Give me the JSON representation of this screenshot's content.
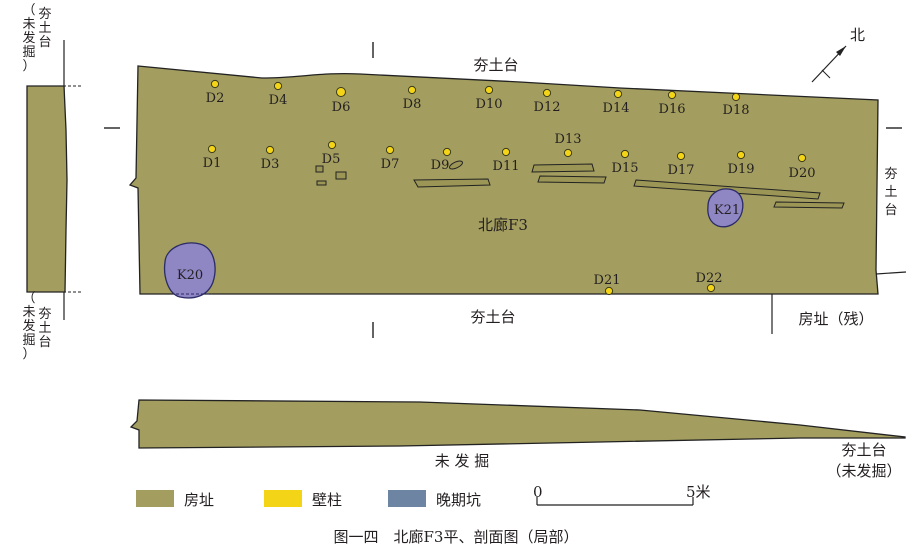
{
  "north_label": "北",
  "rammed_earth": "夯土台",
  "unexcavated": "未发掘",
  "rammed_earth_unexcavated": [
    "夯土台",
    "（未发掘）"
  ],
  "remains_label": "房址（残）",
  "corridor_label": "北廊F3",
  "section_unexcavated": "未 发 掘",
  "pits": [
    {
      "id": "K20",
      "label": "K20"
    },
    {
      "id": "K21",
      "label": "K21"
    }
  ],
  "posts": [
    {
      "label": "D1"
    },
    {
      "label": "D2"
    },
    {
      "label": "D3"
    },
    {
      "label": "D4"
    },
    {
      "label": "D5"
    },
    {
      "label": "D6"
    },
    {
      "label": "D7"
    },
    {
      "label": "D8"
    },
    {
      "label": "D9"
    },
    {
      "label": "D10"
    },
    {
      "label": "D11"
    },
    {
      "label": "D12"
    },
    {
      "label": "D13"
    },
    {
      "label": "D14"
    },
    {
      "label": "D15"
    },
    {
      "label": "D16"
    },
    {
      "label": "D17"
    },
    {
      "label": "D18"
    },
    {
      "label": "D19"
    },
    {
      "label": "D20"
    },
    {
      "label": "D21"
    },
    {
      "label": "D22"
    }
  ],
  "legend": [
    {
      "label": "房址",
      "color": "#a39e5f"
    },
    {
      "label": "壁柱",
      "color": "#f3d417"
    },
    {
      "label": "晚期坑",
      "color": "#6e84a3"
    }
  ],
  "scale": {
    "start": "0",
    "end": "5米"
  },
  "caption": "图一四　北廊F3平、剖面图（局部）"
}
